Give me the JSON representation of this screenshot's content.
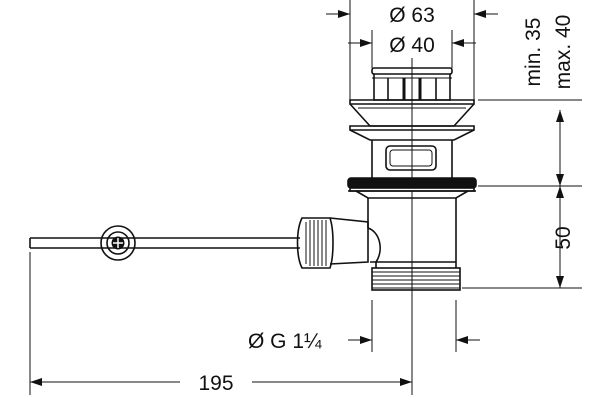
{
  "dimensions": {
    "outer_diameter": "Ø 63",
    "inner_diameter": "Ø 40",
    "height_min": "min. 35",
    "height_max": "max. 40",
    "body_height": "50",
    "thread": "Ø G 1¼",
    "rod_length": "195"
  },
  "colors": {
    "line": "#111111",
    "background": "#ffffff"
  }
}
